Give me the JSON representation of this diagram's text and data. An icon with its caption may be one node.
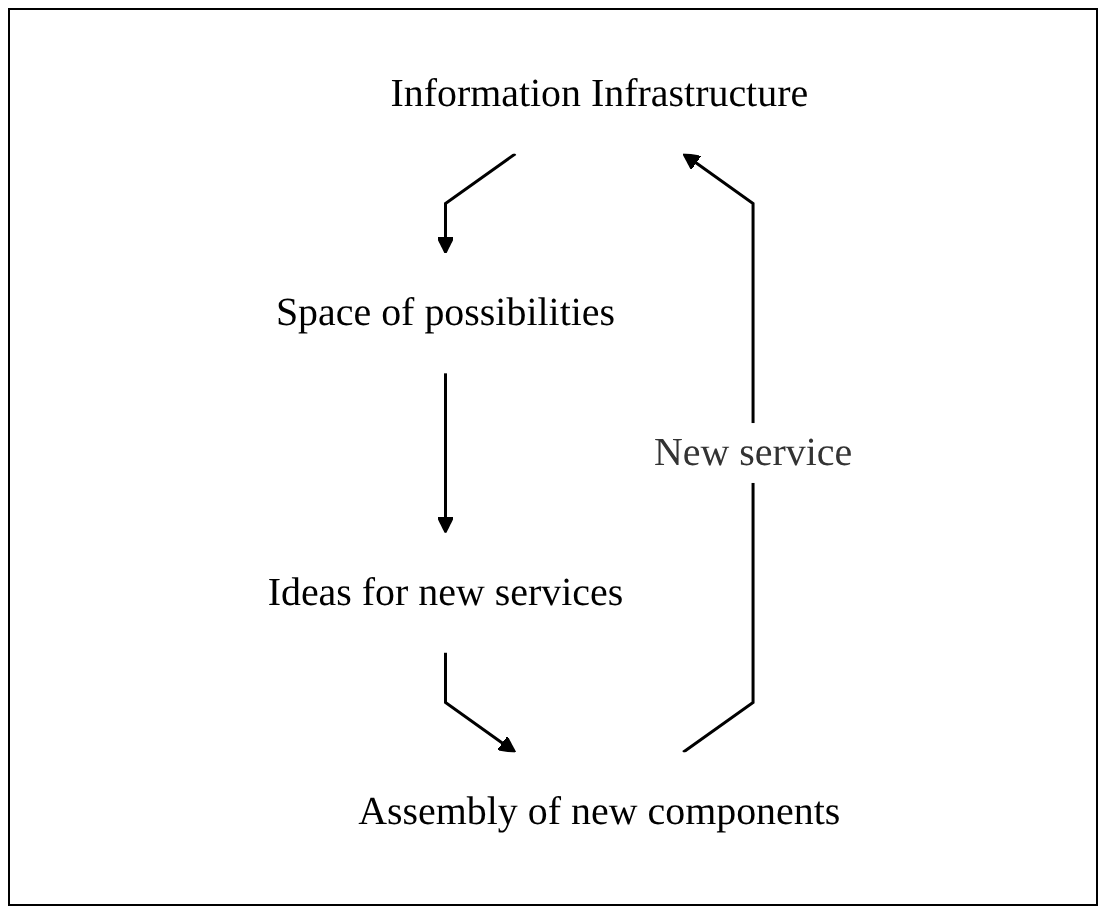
{
  "diagram": {
    "nodes": [
      {
        "text": [
          "Information Infrastructure"
        ]
      },
      {
        "text": [
          "Space of possibilities"
        ]
      },
      {
        "text": [
          "Ideas for new services"
        ]
      },
      {
        "text": [
          "Assembly of new components"
        ]
      }
    ],
    "edges": [
      {
        "from": 0,
        "to": 1,
        "arrow": "to"
      },
      {
        "from": 1,
        "to": 2,
        "arrow": "to"
      },
      {
        "from": 2,
        "to": 3,
        "arrow": "to"
      },
      {
        "from": 3,
        "to": 0,
        "arrow": "to",
        "label": "New service"
      }
    ]
  }
}
